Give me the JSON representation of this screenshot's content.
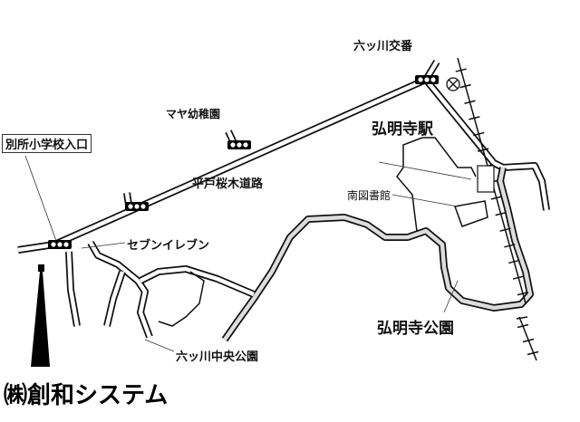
{
  "labels": {
    "police_box": "六ッ川交番",
    "kindergarten": "マヤ幼稚園",
    "station": "弘明寺駅",
    "school_entrance": "別所小学校入口",
    "main_road": "平戸桜木道路",
    "library": "南図書館",
    "convenience_store": "セブンイレブン",
    "park": "弘明寺公園",
    "central_park": "六ッ川中央公園"
  },
  "company": "㈱創和システム",
  "colors": {
    "road_outline": "#111111",
    "background": "#ffffff"
  }
}
